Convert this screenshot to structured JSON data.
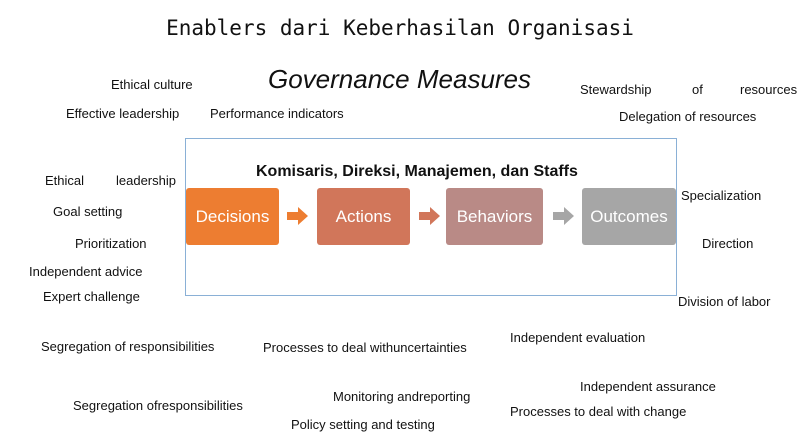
{
  "title": "Enablers dari Keberhasilan Organisasi",
  "subtitle": "Governance Measures",
  "frame_title": "Komisaris, Direksi, Manajemen, dan Staffs",
  "flow": [
    {
      "label": "Decisions",
      "color": "#ed7d31"
    },
    {
      "label": "Actions",
      "color": "#d1765a"
    },
    {
      "label": "Behaviors",
      "color": "#b98a86"
    },
    {
      "label": "Outcomes",
      "color": "#a6a6a6"
    }
  ],
  "arrow_colors": [
    "#ed7d31",
    "#d1765a",
    "#a6a6a6"
  ],
  "labels": {
    "ethical_culture": "Ethical culture",
    "effective_leadership": "Effective leadership",
    "performance_indicators": "Performance indicators",
    "stewardship_1": "Stewardship",
    "stewardship_2": "of",
    "stewardship_3": "resources",
    "delegation": "Delegation of resources",
    "ethical_leadership_1": "Ethical",
    "ethical_leadership_2": "leadership",
    "goal_setting": "Goal setting",
    "prioritization": "Prioritization",
    "independent_advice": "Independent advice",
    "expert_challenge": "Expert challenge",
    "specialization": "Specialization",
    "direction": "Direction",
    "division_of_labor": "Division of labor",
    "segregation_1": "Segregation of responsibilities",
    "processes_uncertainties": "Processes to deal withuncertainties",
    "independent_evaluation": "Independent evaluation",
    "independent_assurance": "Independent assurance",
    "monitoring": "Monitoring andreporting",
    "segregation_2": "Segregation ofresponsibilities",
    "processes_change": "Processes to deal with change",
    "policy_setting": "Policy setting and testing"
  }
}
